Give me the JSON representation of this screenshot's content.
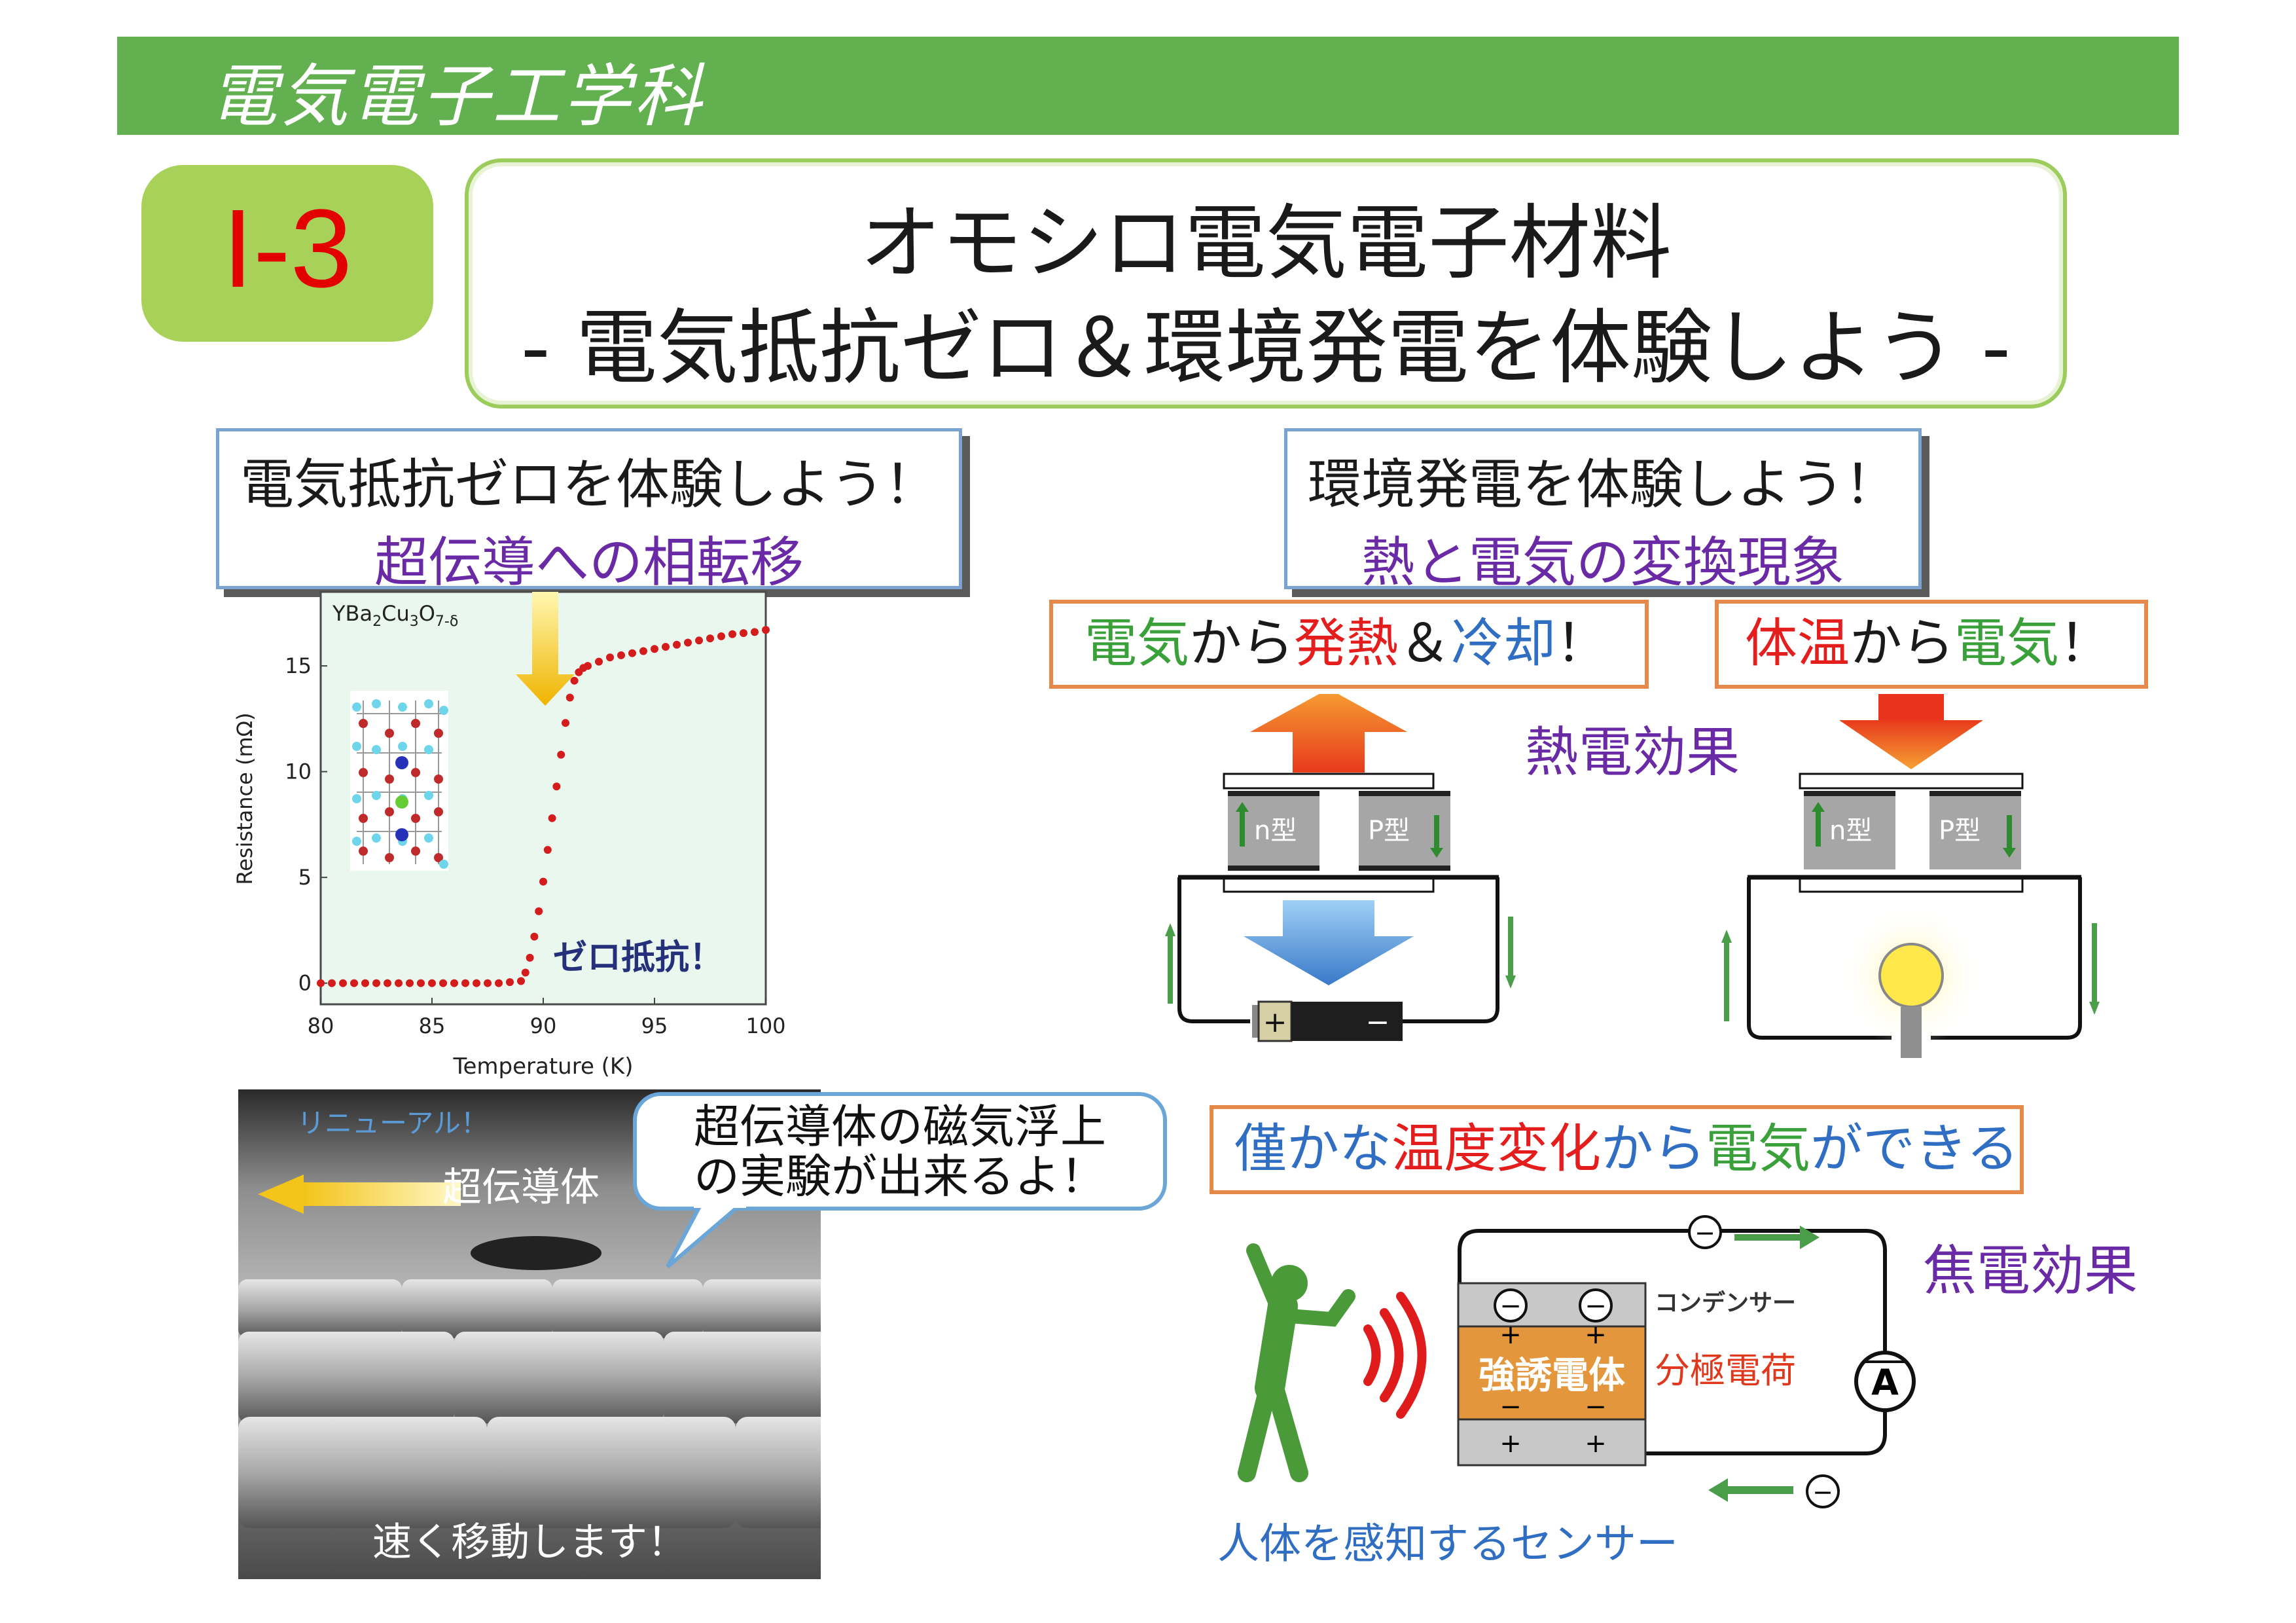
{
  "header": {
    "dept": "電気電子工学科"
  },
  "course": {
    "code": "I-3"
  },
  "title": {
    "line1": "オモシロ電気電子材料",
    "line2": "- 電気抵抗ゼロ＆環境発電を体験しよう -"
  },
  "left_section": {
    "heading": "電気抵抗ゼロを体験しよう！",
    "sub": "超伝導への相転移"
  },
  "right_section": {
    "heading": "環境発電を体験しよう！",
    "sub": "熱と電気の変換現象"
  },
  "chart_data": {
    "type": "scatter",
    "title": "YBa2Cu3O7-δ",
    "formula": {
      "a": "YBa",
      "b": "2",
      "c": "Cu",
      "d": "3",
      "e": "O",
      "f": "7-δ"
    },
    "xlabel": "Temperature (K)",
    "ylabel": "Resistance (mΩ)",
    "xlim": [
      80,
      100
    ],
    "ylim": [
      -1,
      18.5
    ],
    "xticks": [
      "80",
      "85",
      "90",
      "95",
      "100"
    ],
    "yticks": [
      "0",
      "5",
      "10",
      "15"
    ],
    "annotation": "ゼロ抵抗！",
    "x": [
      80,
      80.5,
      81,
      81.5,
      82,
      82.5,
      83,
      83.5,
      84,
      84.5,
      85,
      85.5,
      86,
      86.5,
      87,
      87.5,
      88,
      88.5,
      89,
      89.2,
      89.4,
      89.6,
      89.8,
      90,
      90.2,
      90.4,
      90.6,
      90.8,
      91,
      91.2,
      91.4,
      91.6,
      91.8,
      92,
      92.5,
      93,
      93.5,
      94,
      94.5,
      95,
      95.5,
      96,
      96.5,
      97,
      97.5,
      98,
      98.5,
      99,
      99.5,
      100
    ],
    "y": [
      0,
      0,
      0,
      0,
      0,
      0,
      0,
      0,
      0,
      0,
      0,
      0,
      0,
      0,
      0,
      0,
      0,
      0.05,
      0.1,
      0.5,
      1.2,
      2.2,
      3.4,
      4.8,
      6.3,
      7.8,
      9.3,
      10.8,
      12.3,
      13.5,
      14.3,
      14.7,
      14.9,
      15.0,
      15.2,
      15.4,
      15.5,
      15.6,
      15.7,
      15.8,
      15.9,
      16.0,
      16.1,
      16.2,
      16.3,
      16.4,
      16.5,
      16.55,
      16.6,
      16.7
    ]
  },
  "levitation": {
    "renewal": "リニューアル！",
    "sc_label": "超伝導体",
    "bubble_line1": "超伝導体の磁気浮上",
    "bubble_line2": "の実験が出来るよ！",
    "move": "速く移動します！"
  },
  "te_box1": {
    "a": "電気",
    "b": "から",
    "c": "発熱",
    "d": "＆",
    "e": "冷却",
    "f": "！"
  },
  "te_box2": {
    "a": "体温",
    "b": "から",
    "c": "電気",
    "d": "！"
  },
  "te_effect": "熱電効果",
  "te_labels": {
    "n": "n型",
    "p": "P型",
    "plus": "+",
    "minus": "−"
  },
  "pyro_box": {
    "a": "僅かな",
    "b": "温度変化",
    "c": "から",
    "d": "電気",
    "e": "ができる"
  },
  "pyro_effect": "焦電効果",
  "pyro": {
    "capacitor": "コンデンサー",
    "ferro": "強誘電体",
    "polar": "分極電荷",
    "meter": "A",
    "plus": "+",
    "minus": "−",
    "sensor": "人体を感知するセンサー"
  },
  "colors": {
    "header": "#62b050",
    "code_bg": "#a8d15a",
    "code": "#e30000",
    "purple": "#6a2aa6",
    "orange_border": "#e5894a"
  }
}
